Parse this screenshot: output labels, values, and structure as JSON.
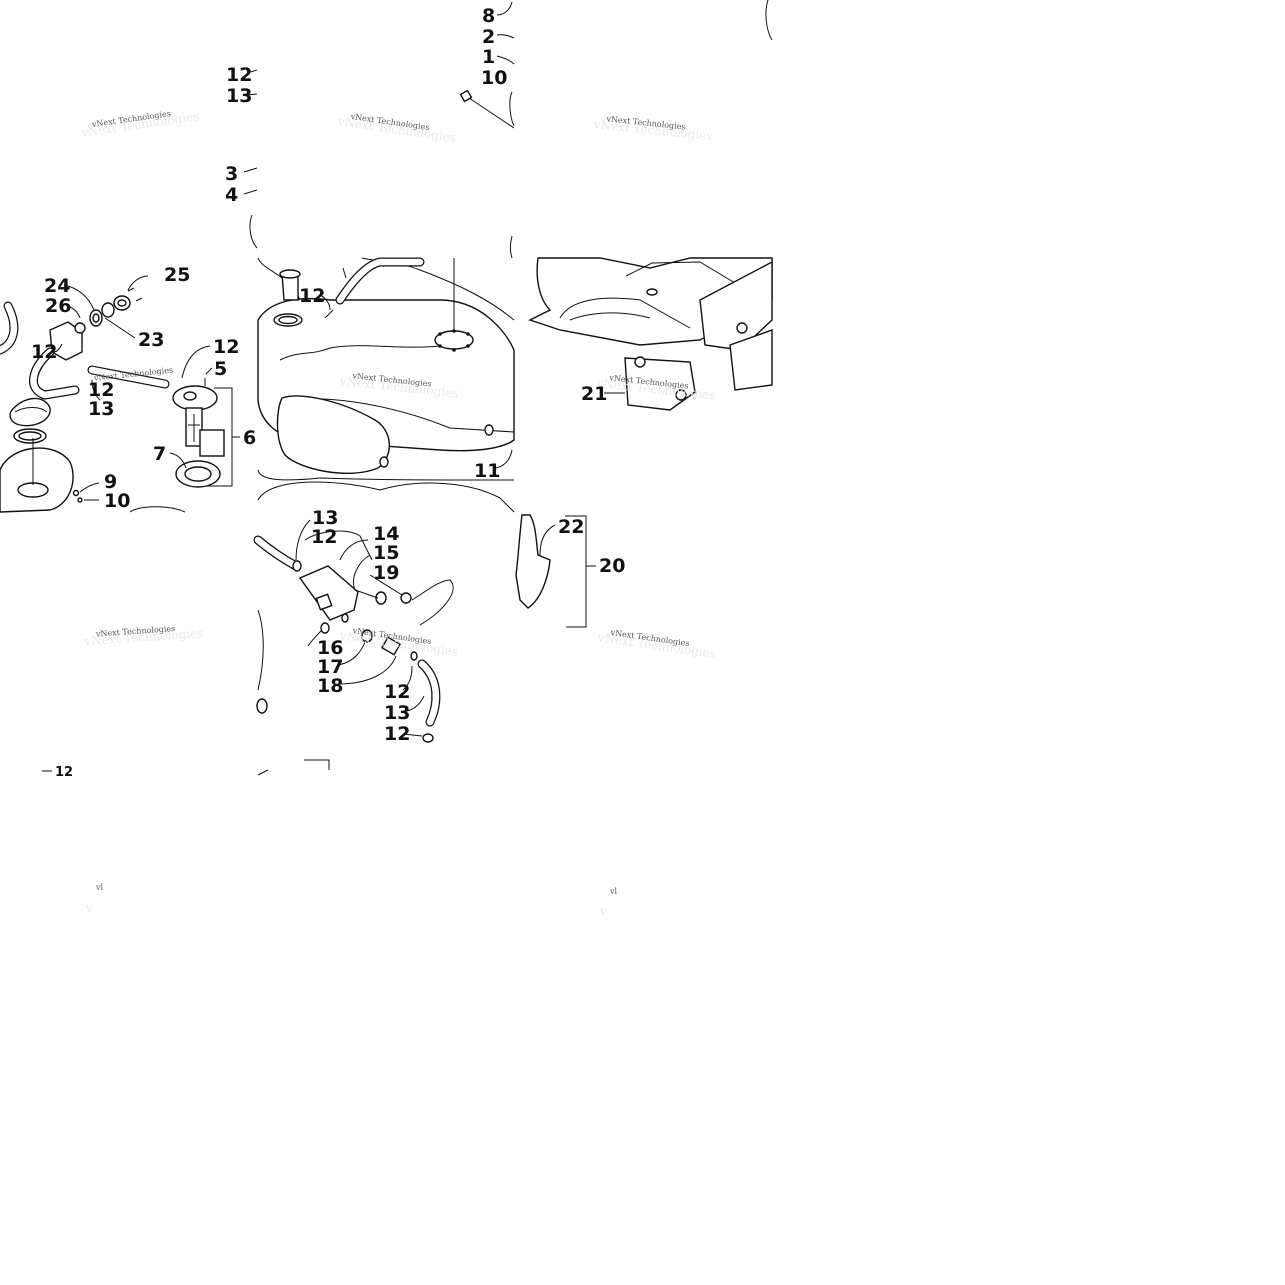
{
  "callouts": {
    "c8": "8",
    "c2": "2",
    "c1": "1",
    "c10_top": "10",
    "c12_tl": "12",
    "c13_tl": "13",
    "c3": "3",
    "c4": "4",
    "c24": "24",
    "c25": "25",
    "c26": "26",
    "c23": "23",
    "c12_left": "12",
    "c12_pump": "12",
    "c5": "5",
    "c12_mid": "12",
    "c13_mid": "13",
    "c6": "6",
    "c7": "7",
    "c9": "9",
    "c10_low": "10",
    "c12_tank": "12",
    "c11": "11",
    "c21": "21",
    "c13_filter": "13",
    "c12_filter": "12",
    "c14": "14",
    "c15": "15",
    "c19": "19",
    "c16": "16",
    "c17": "17",
    "c18": "18",
    "c12_hose_a": "12",
    "c13_hose": "13",
    "c12_hose_b": "12",
    "c22": "22",
    "c20": "20",
    "c12_bottom": "12"
  },
  "watermark": "vNext Technologies",
  "watermark_fragment": "vl"
}
